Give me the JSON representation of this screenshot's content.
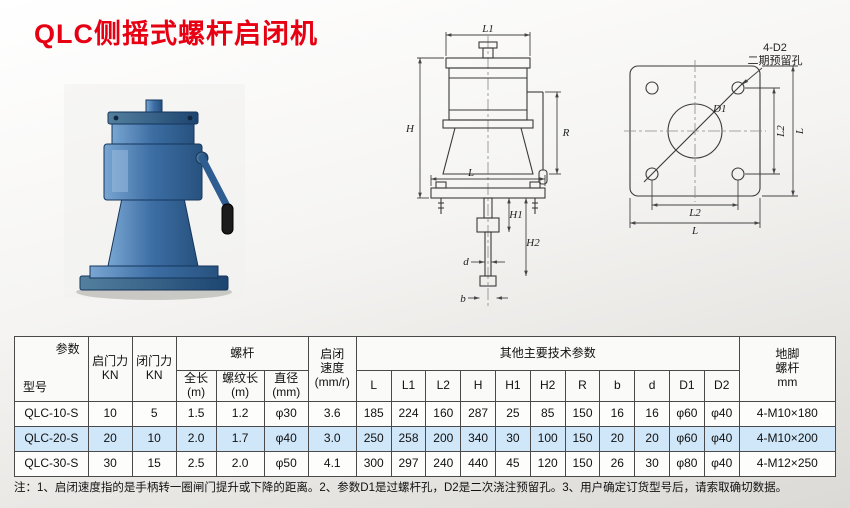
{
  "page": {
    "title": "QLC侧摇式螺杆启闭机"
  },
  "diagrams": {
    "front_view": {
      "labels": {
        "l1": "L1",
        "h": "H",
        "l": "L",
        "r": "R",
        "d": "d",
        "h1": "H1",
        "h2": "H2",
        "b": "b"
      }
    },
    "top_view": {
      "labels": {
        "holes": "4-D2",
        "holes_note": "二期预留孔",
        "d1": "D1",
        "l2_right": "L2",
        "l_right": "L",
        "l2_bottom": "L2",
        "l_bottom": "L"
      }
    }
  },
  "table": {
    "header": {
      "corner_top": "参数",
      "corner_bottom": "型号",
      "open_force": "启门力",
      "open_force_unit": "KN",
      "close_force": "闭门力",
      "close_force_unit": "KN",
      "screw_group": "螺杆",
      "screw_total_len": "全长",
      "screw_total_len_unit": "(m)",
      "screw_thread_len": "螺纹长",
      "screw_thread_len_unit": "(m)",
      "screw_dia": "直径",
      "screw_dia_unit": "(mm)",
      "speed_line1": "启闭",
      "speed_line2": "速度",
      "speed_unit": "(mm/r)",
      "other_group": "其他主要技术参数",
      "sub_cols": [
        "L",
        "L1",
        "L2",
        "H",
        "H1",
        "H2",
        "R",
        "b",
        "d",
        "D1",
        "D2"
      ],
      "anchor_line1": "地脚",
      "anchor_line2": "螺杆",
      "anchor_unit": "mm"
    },
    "rows": [
      {
        "cells": [
          "QLC-10-S",
          "10",
          "5",
          "1.5",
          "1.2",
          "φ30",
          "3.6",
          "185",
          "224",
          "160",
          "287",
          "25",
          "85",
          "150",
          "16",
          "16",
          "φ60",
          "φ40",
          "4-M10×180"
        ]
      },
      {
        "cells": [
          "QLC-20-S",
          "20",
          "10",
          "2.0",
          "1.7",
          "φ40",
          "3.0",
          "250",
          "258",
          "200",
          "340",
          "30",
          "100",
          "150",
          "20",
          "20",
          "φ60",
          "φ40",
          "4-M10×200"
        ]
      },
      {
        "cells": [
          "QLC-30-S",
          "30",
          "15",
          "2.5",
          "2.0",
          "φ50",
          "4.1",
          "300",
          "297",
          "240",
          "440",
          "45",
          "120",
          "150",
          "26",
          "30",
          "φ80",
          "φ40",
          "4-M12×250"
        ]
      }
    ]
  },
  "note": "注：1、启闭速度指的是手柄转一圈闸门提升或下降的距离。2、参数D1是过螺杆孔，D2是二次浇注预留孔。3、用户确定订货型号后，请索取确切数据。"
}
